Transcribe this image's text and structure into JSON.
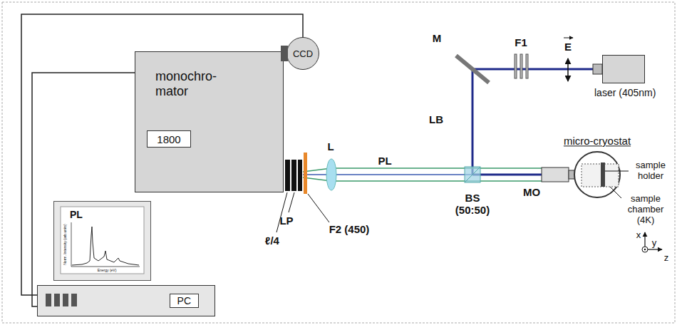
{
  "diagram": {
    "nodes": [
      {
        "text": [
          "monochro-mator"
        ]
      },
      {
        "text": [
          "1800"
        ],
        "in": 0
      },
      {
        "text": [
          "CCD"
        ]
      },
      {
        "text": [
          "laser (405nm)"
        ]
      },
      {
        "text": [
          "PL"
        ]
      },
      {
        "text": [
          "PC"
        ]
      }
    ],
    "edges": [
      {
        "from": 2,
        "to": 5,
        "arrow": "none"
      },
      {
        "from": 0,
        "to": 5,
        "arrow": "none"
      }
    ],
    "labels": [
      "M",
      "F1",
      "E",
      "LB",
      "PL",
      "BS (50:50)",
      "L",
      "F2 (450)",
      "LP",
      "ℓ/4",
      "MO",
      "micro-cryostat",
      "sample holder",
      "sample chamber (4K)",
      "x",
      "y",
      "z",
      "Norm. Intensity (arb.units)",
      "Energy (eV)"
    ]
  }
}
